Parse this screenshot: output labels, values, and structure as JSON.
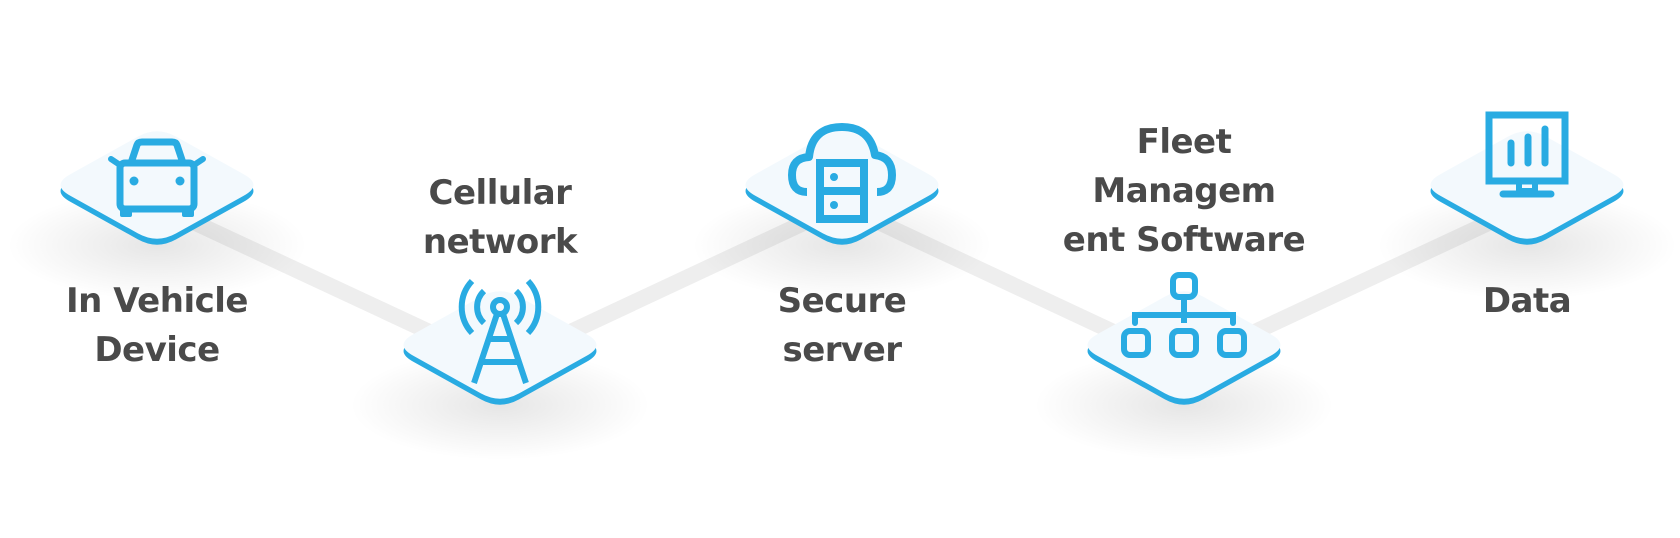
{
  "diagram": {
    "title": "",
    "accent_color": "#29abe2",
    "text_color": "#4a4a4a",
    "tile_fill": "#f3f9fd",
    "connector_color": "#eeeeee",
    "nodes": [
      {
        "id": "in-vehicle-device",
        "label": "In Vehicle\nDevice",
        "icon": "car-icon",
        "level": "high",
        "label_position": "below"
      },
      {
        "id": "cellular-network",
        "label": "Cellular\nnetwork",
        "icon": "cell-tower-icon",
        "level": "low",
        "label_position": "above"
      },
      {
        "id": "secure-server",
        "label": "Secure\nserver",
        "icon": "cloud-server-icon",
        "level": "high",
        "label_position": "below"
      },
      {
        "id": "fleet-management-software",
        "label": "Fleet\nManagem\nent Software",
        "icon": "hierarchy-network-icon",
        "level": "low",
        "label_position": "above"
      },
      {
        "id": "data",
        "label": "Data",
        "icon": "monitor-chart-icon",
        "level": "high",
        "label_position": "below"
      }
    ],
    "edges": [
      {
        "from": "in-vehicle-device",
        "to": "cellular-network"
      },
      {
        "from": "cellular-network",
        "to": "secure-server"
      },
      {
        "from": "secure-server",
        "to": "fleet-management-software"
      },
      {
        "from": "fleet-management-software",
        "to": "data"
      }
    ]
  }
}
